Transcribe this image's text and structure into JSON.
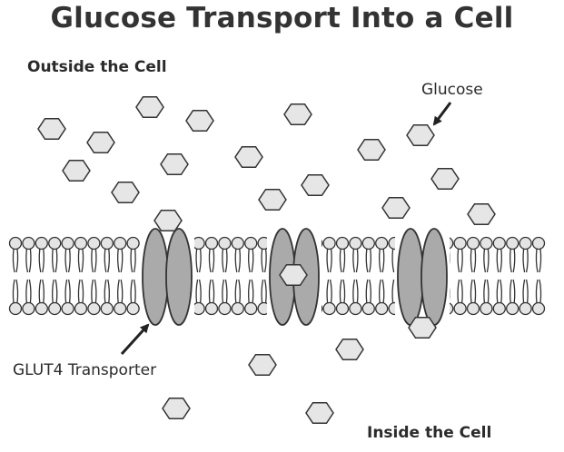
{
  "title": "Glucose Transport Into a Cell",
  "labels": {
    "outside": "Outside the Cell",
    "inside": "Inside the Cell",
    "glucose": "Glucose",
    "transporter": "GLUT4 Transporter"
  },
  "colors": {
    "glucose_fill": "#e6e6e6",
    "transporter_fill": "#aaaaaa",
    "lipid_head_fill": "#e4e4e4",
    "stroke": "#333333"
  }
}
